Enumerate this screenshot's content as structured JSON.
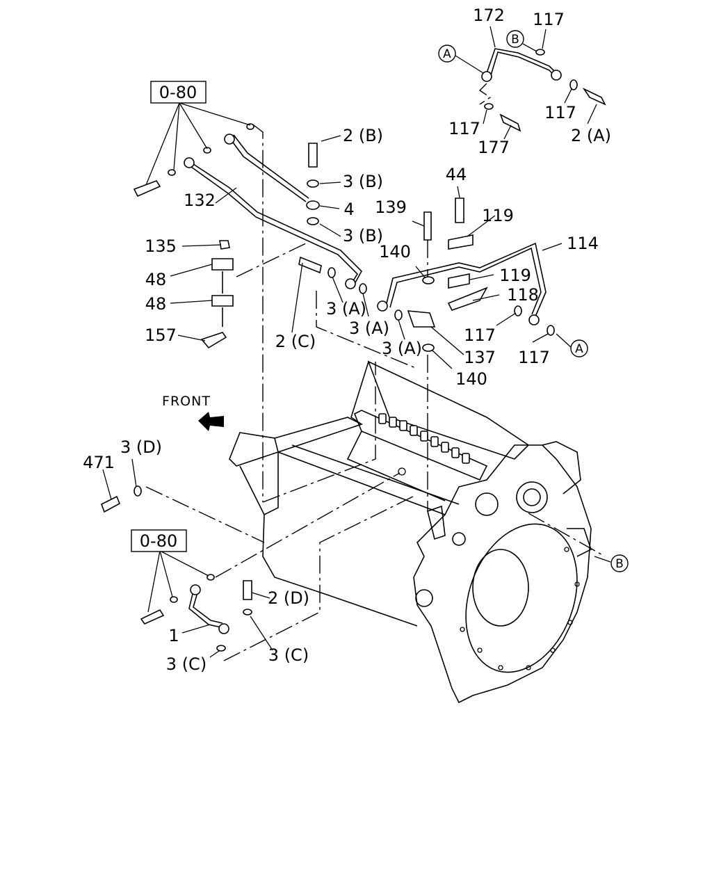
{
  "diagram": {
    "ref_boxes": [
      "0-80",
      "0-80"
    ],
    "front_label": "FRONT",
    "circle_refs": {
      "A": "A",
      "B": "B"
    },
    "labels": {
      "p172": "172",
      "p117_top": "117",
      "p117_mid": "117",
      "p117_left": "117",
      "p2A": "2 (A)",
      "p177": "177",
      "p2B": "2 (B)",
      "p3B_1": "3 (B)",
      "p4": "4",
      "p3B_2": "3 (B)",
      "p132": "132",
      "p135": "135",
      "p48_1": "48",
      "p48_2": "48",
      "p157": "157",
      "p2C": "2 (C)",
      "p3A_1": "3 (A)",
      "p3A_2": "3 (A)",
      "p3A_3": "3 (A)",
      "p139": "139",
      "p140_1": "140",
      "p44": "44",
      "p119_1": "119",
      "p119_2": "119",
      "p114": "114",
      "p118": "118",
      "p117_r1": "117",
      "p117_r2": "117",
      "p137": "137",
      "p140_2": "140",
      "p3D": "3 (D)",
      "p471": "471",
      "p2D": "2 (D)",
      "p1": "1",
      "p3C_1": "3 (C)",
      "p3C_2": "3 (C)"
    }
  }
}
